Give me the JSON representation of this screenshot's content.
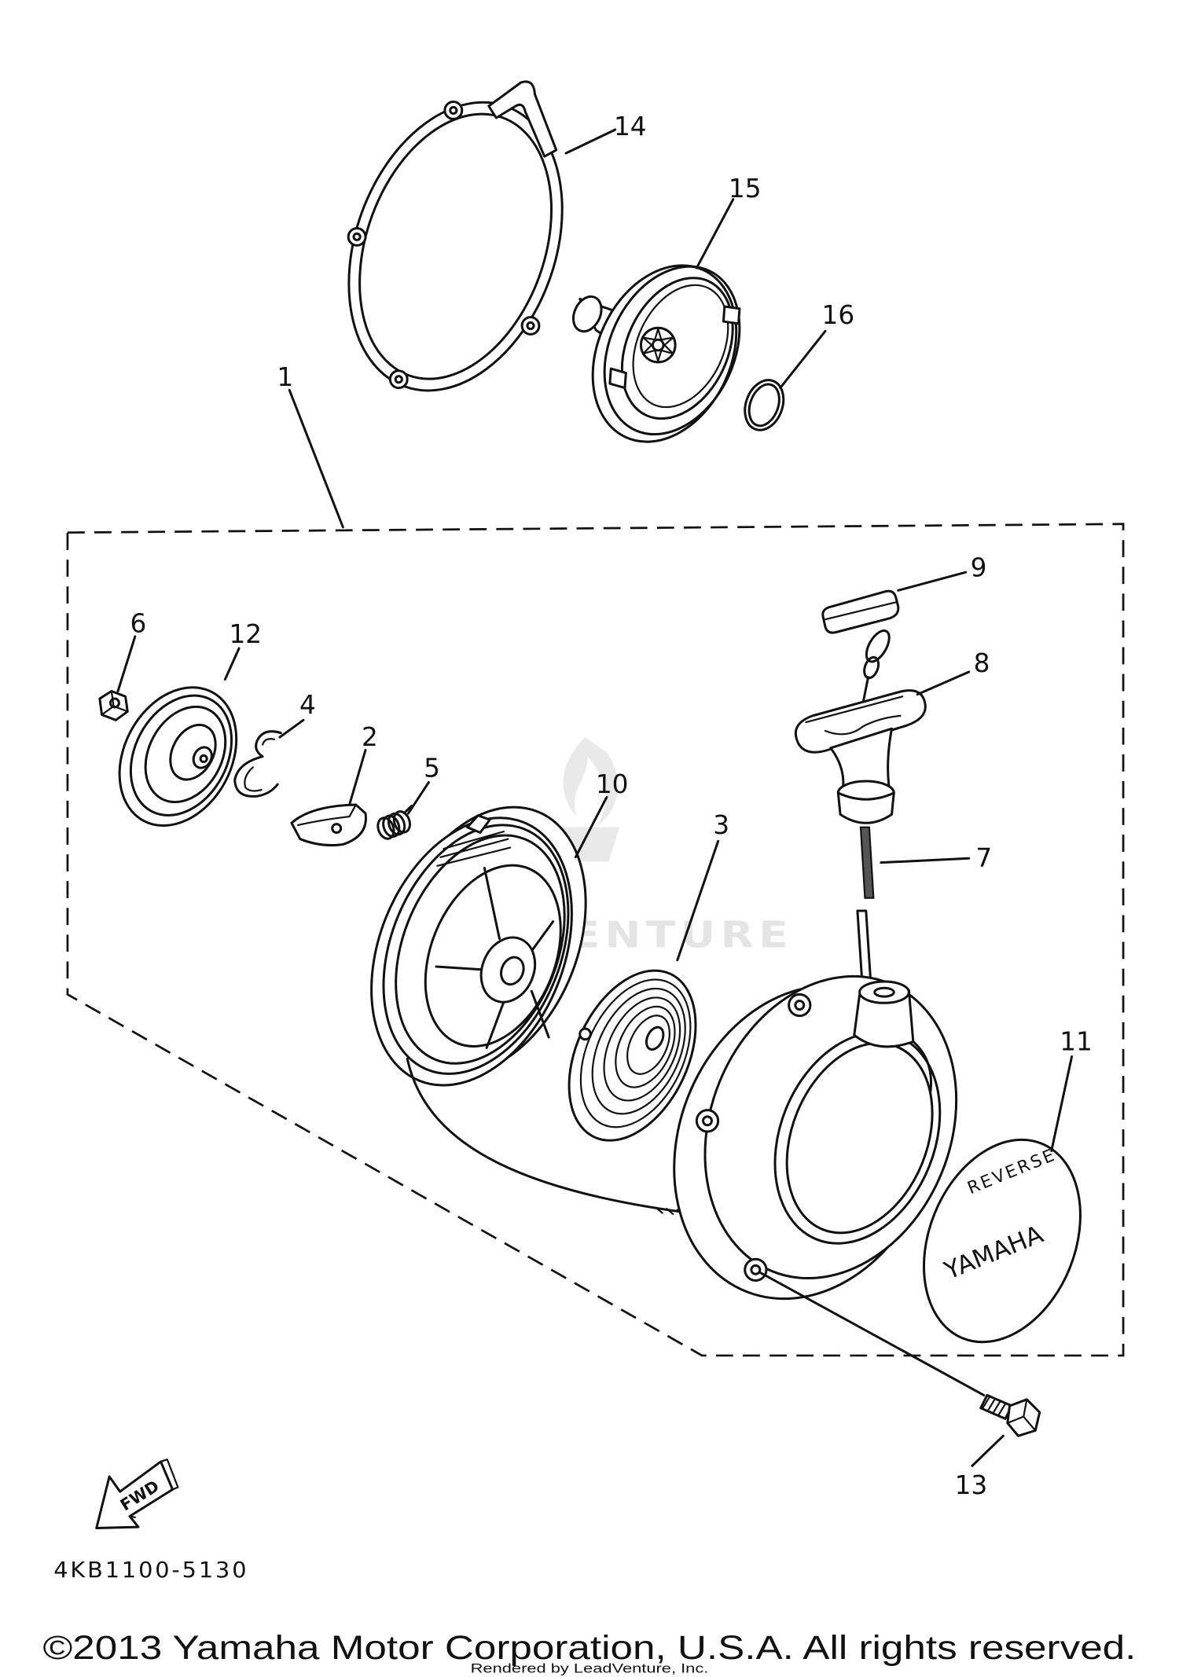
{
  "diagram": {
    "callouts": [
      "1",
      "2",
      "3",
      "4",
      "5",
      "6",
      "7",
      "8",
      "9",
      "10",
      "11",
      "12",
      "13",
      "14",
      "15",
      "16"
    ],
    "fwd_label": "FWD",
    "emblem": {
      "arc_text": "REVERSE",
      "brand_text": "YAMAHA"
    },
    "diagram_code": "4KB1100-5130",
    "watermark": "LEADVENTURE"
  },
  "footer": {
    "copyright": "©2013 Yamaha Motor Corporation, U.S.A. All rights reserved.",
    "rendered_by": "Rendered by LeadVenture, Inc."
  },
  "colors": {
    "ink": "#111111",
    "background": "#ffffff",
    "watermark": "#888888"
  }
}
